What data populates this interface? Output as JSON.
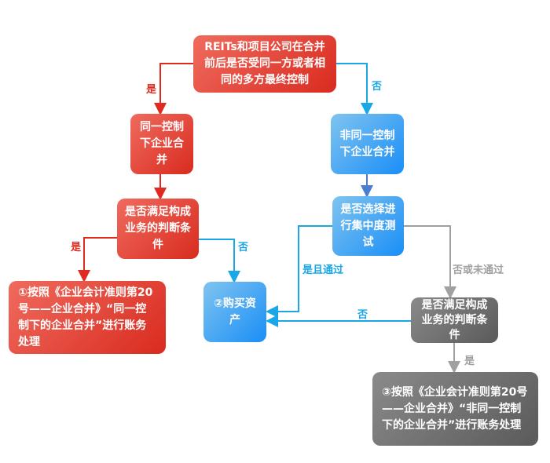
{
  "nodes": {
    "root": "REITs和项目公司在合并前后是否受同一方或者相同的多方最终控制",
    "same_control": "同一控制下企业合并",
    "non_same_control": "非同一控制下企业合并",
    "business_test_red": "是否满足构成业务的判断条件",
    "result1": "①按照《企业会计准则第20号——企业合并》“同一控制下的企业合并”进行账务处理",
    "result2": "②购买资产",
    "concentration_test": "是否选择进行集中度测试",
    "business_test_gray": "是否满足构成业务的判断条件",
    "result3": "③按照《企业会计准则第20号——企业合并》“非同一控制下的企业合并”进行账务处理"
  },
  "labels": {
    "root_yes": "是",
    "root_no": "否",
    "red_yes": "是",
    "red_no": "否",
    "conc_pass": "是且通过",
    "conc_fail": "否或未通过",
    "gray_no": "否",
    "gray_yes": "是"
  },
  "colors": {
    "red": "#e02a1f",
    "blue": "#1aa7e8",
    "gray": "#a0a0a0"
  }
}
